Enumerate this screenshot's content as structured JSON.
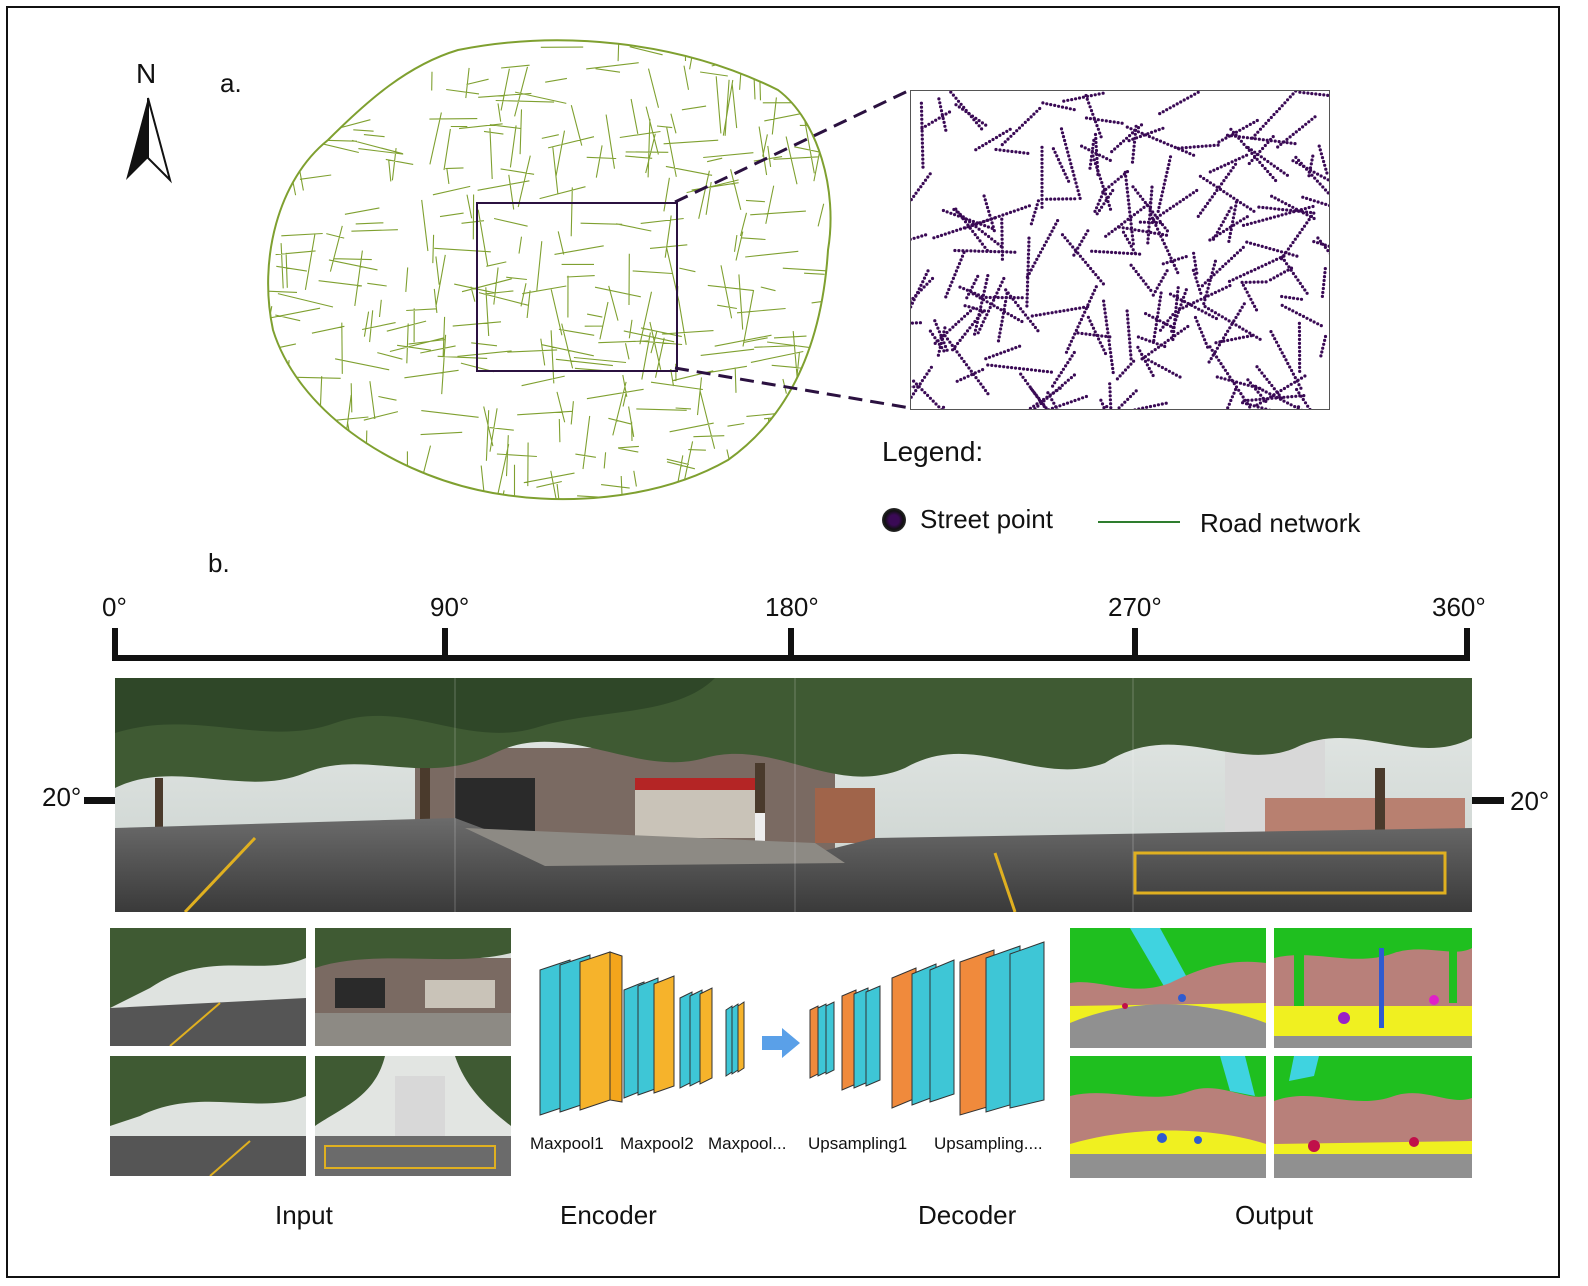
{
  "panel_a": {
    "label": "a.",
    "north_label": "N",
    "legend_title": "Legend:",
    "legend_items": [
      {
        "label": "Street point",
        "symbol": "dot",
        "color": "#3a0a55"
      },
      {
        "label": "Road network",
        "symbol": "line",
        "color": "#2e7d2e"
      }
    ]
  },
  "panel_b": {
    "label": "b.",
    "ticks": [
      "0°",
      "90°",
      "180°",
      "270°",
      "360°"
    ],
    "pitch_left": "20°",
    "pitch_right": "20°",
    "layer_labels": [
      "Maxpool1",
      "Maxpool2",
      "Maxpool...",
      "Upsampling1",
      "Upsampling...."
    ],
    "section_labels": {
      "input": "Input",
      "encoder": "Encoder",
      "decoder": "Decoder",
      "output": "Output"
    }
  },
  "colors": {
    "road": "#7fa030",
    "street_point": "#3a0a55",
    "conv": "#3ec6d6",
    "pool": "#f6b32b",
    "upsample": "#f08a3c",
    "arrow": "#5aa0e8",
    "seg_sky": "#3fd3e0",
    "seg_tree": "#1fbf1f",
    "seg_building": "#b8807a",
    "seg_sidewalk": "#f0f020",
    "seg_road": "#909090"
  }
}
